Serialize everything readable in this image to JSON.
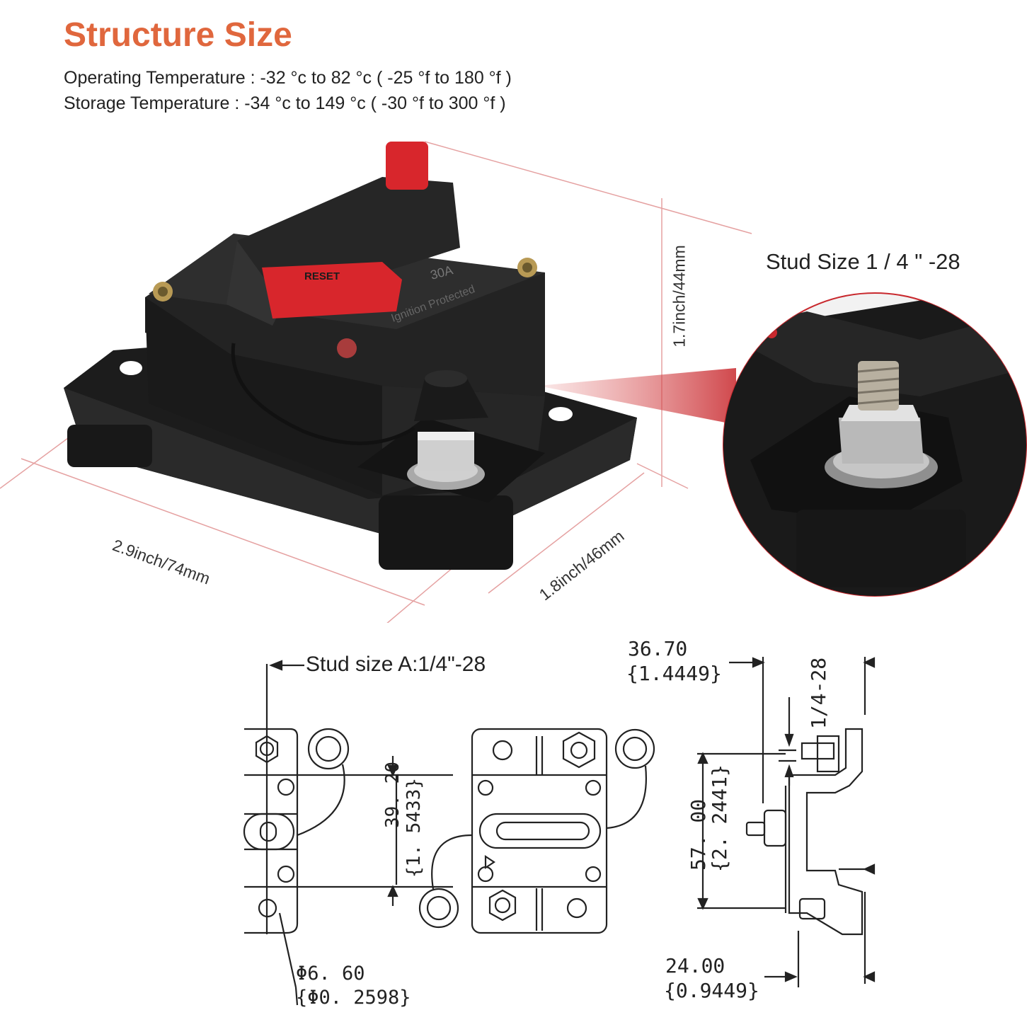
{
  "header": {
    "title": "Structure Size",
    "operating_temperature": "Operating Temperature : -32 °c to 82 °c ( -25 °f to 180 °f )",
    "storage_temperature": "Storage Temperature : -34 °c to 149 °c ( -30 °f to 300 °f )"
  },
  "product_photo": {
    "height_dim": "1.7inch/44mm",
    "length_dim": "2.9inch/74mm",
    "width_dim": "1.8inch/46mm",
    "reset_label": "RESET",
    "rating_label": "30A",
    "brand_text": "Ignition Protected"
  },
  "zoom_callout": {
    "label": "Stud Size 1 / 4 \" -28"
  },
  "drawing": {
    "stud_size": "Stud size A:1/4\"-28",
    "hole_mm": "Φ6. 60",
    "hole_in": "{Φ0. 2598}",
    "d1_mm": "39. 20",
    "d1_in": "{1. 5433}",
    "d2_mm": "36.70",
    "d2_in": "{1.4449}",
    "thread": "1/4-28",
    "d3_mm": "57. 00",
    "d3_in": "{2. 2441}",
    "d4_mm": "24.00",
    "d4_in": "{0.9449}"
  },
  "colors": {
    "title": "#e0673d",
    "body": "#1e1e1e",
    "reset": "#d8262c",
    "dim_line": "#e5a1a1"
  }
}
